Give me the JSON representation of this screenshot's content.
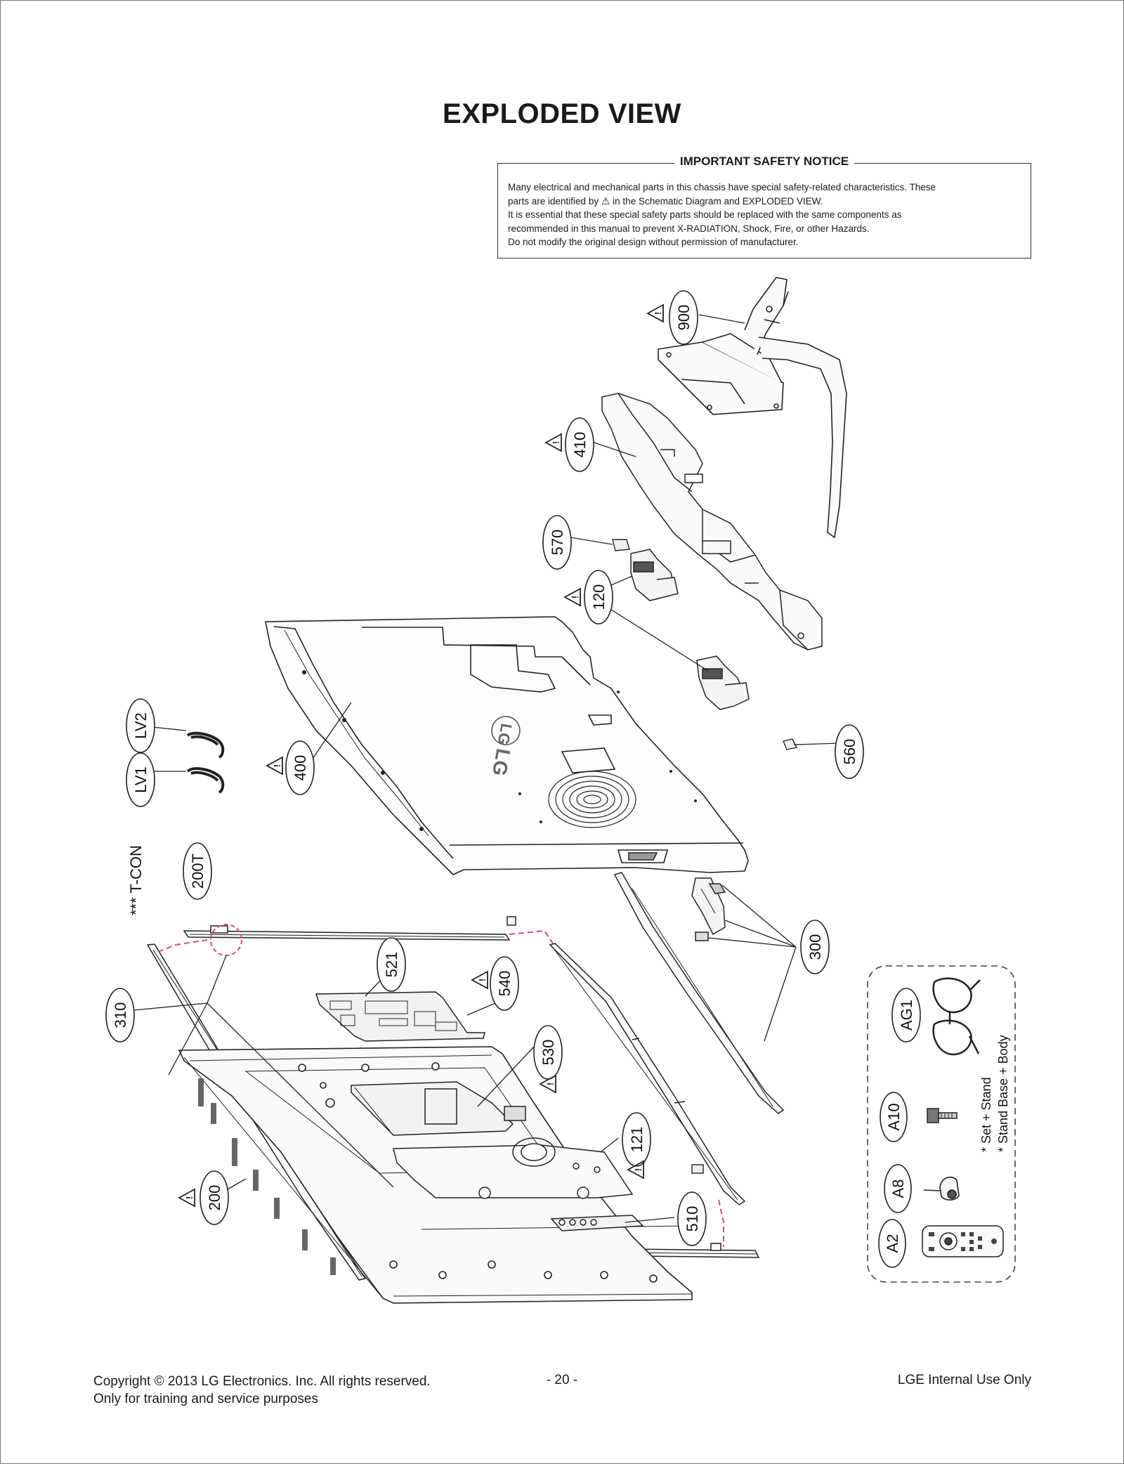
{
  "page": {
    "title": "EXPLODED VIEW",
    "notice_title": "IMPORTANT SAFETY NOTICE",
    "notice_line1": "Many electrical and mechanical parts in this chassis have special safety-related characteristics. These",
    "notice_line2a": "parts are identified by",
    "notice_line2b": "in the Schematic Diagram and EXPLODED VIEW.",
    "notice_line3": "It is essential that these special safety parts should be replaced with the same components as",
    "notice_line4": "recommended in this manual to prevent X-RADIATION, Shock, Fire, or other Hazards.",
    "notice_line5": "Do not modify the original design without permission of manufacturer.",
    "footer_copyright": "Copyright  © 2013  LG Electronics. Inc. All rights reserved.",
    "footer_training": "Only for training and service purposes",
    "page_number": "- 20 -",
    "footer_right": "LGE Internal Use Only"
  },
  "parts": {
    "p900": "900",
    "p410": "410",
    "p570": "570",
    "p120": "120",
    "p560": "560",
    "p400": "400",
    "lv2": "LV2",
    "lv1": "LV1",
    "p200t": "200T",
    "tcon": "*** T-CON",
    "p300": "300",
    "p310": "310",
    "p521": "521",
    "p540": "540",
    "p530": "530",
    "p121": "121",
    "p200": "200",
    "p510": "510",
    "ag1": "AG1",
    "a10": "A10",
    "a8": "A8",
    "a2": "A2",
    "note1": "* Set + Stand",
    "note2": "* Stand Base + Body"
  },
  "logo": "LG",
  "icons": [
    "warning-triangle-icon"
  ]
}
